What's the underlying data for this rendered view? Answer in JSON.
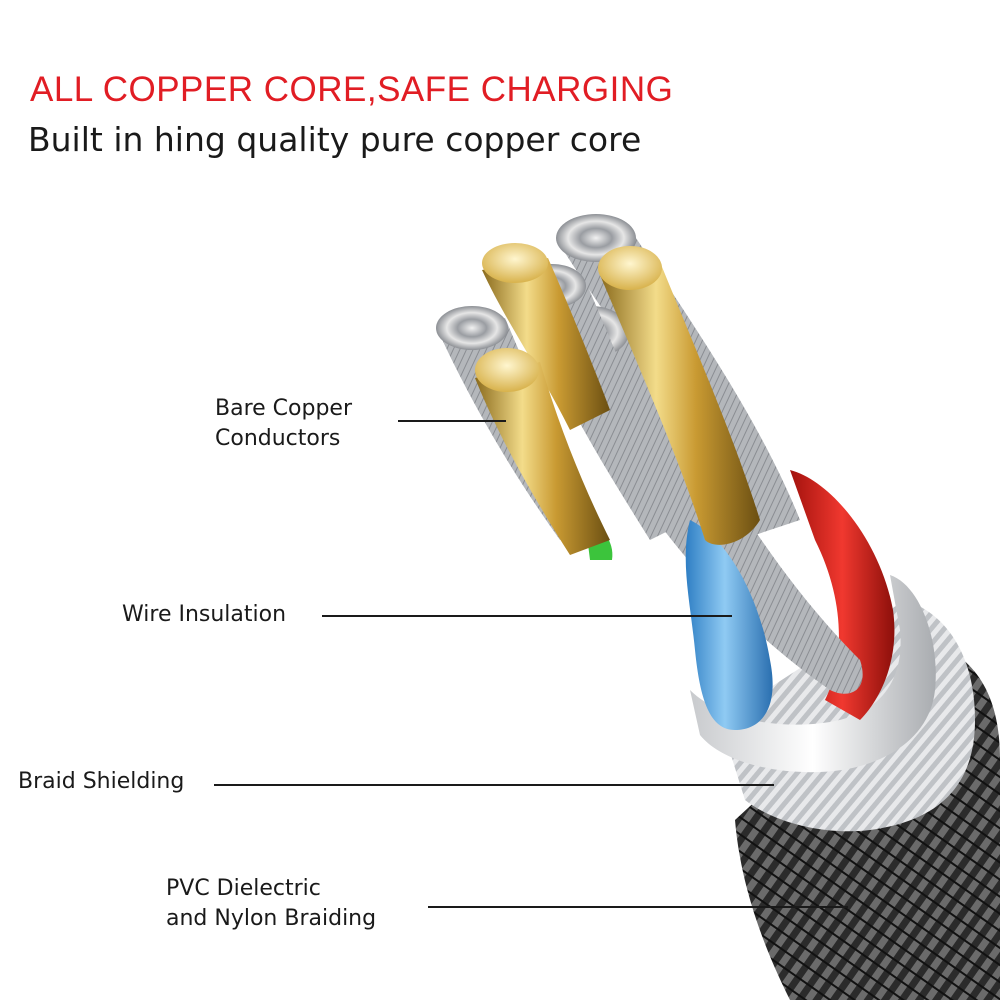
{
  "header": {
    "title": "ALL COPPER CORE,SAFE CHARGING",
    "subtitle": "Built in hing quality pure copper core"
  },
  "callouts": [
    {
      "lines": [
        "Bare Copper",
        "Conductors"
      ]
    },
    {
      "lines": [
        "Wire Insulation"
      ]
    },
    {
      "lines": [
        "Braid Shielding"
      ]
    },
    {
      "lines": [
        "PVC Dielectric",
        "and Nylon Braiding"
      ]
    }
  ],
  "colors": {
    "headline": "#e11d24",
    "text": "#1a1a1a",
    "gold": "#d9b24a",
    "silver": "#b9bcc0",
    "blue": "#4ea3e0",
    "red": "#e0231c",
    "green": "#3cc43c",
    "braid": "#3a3a3a"
  }
}
